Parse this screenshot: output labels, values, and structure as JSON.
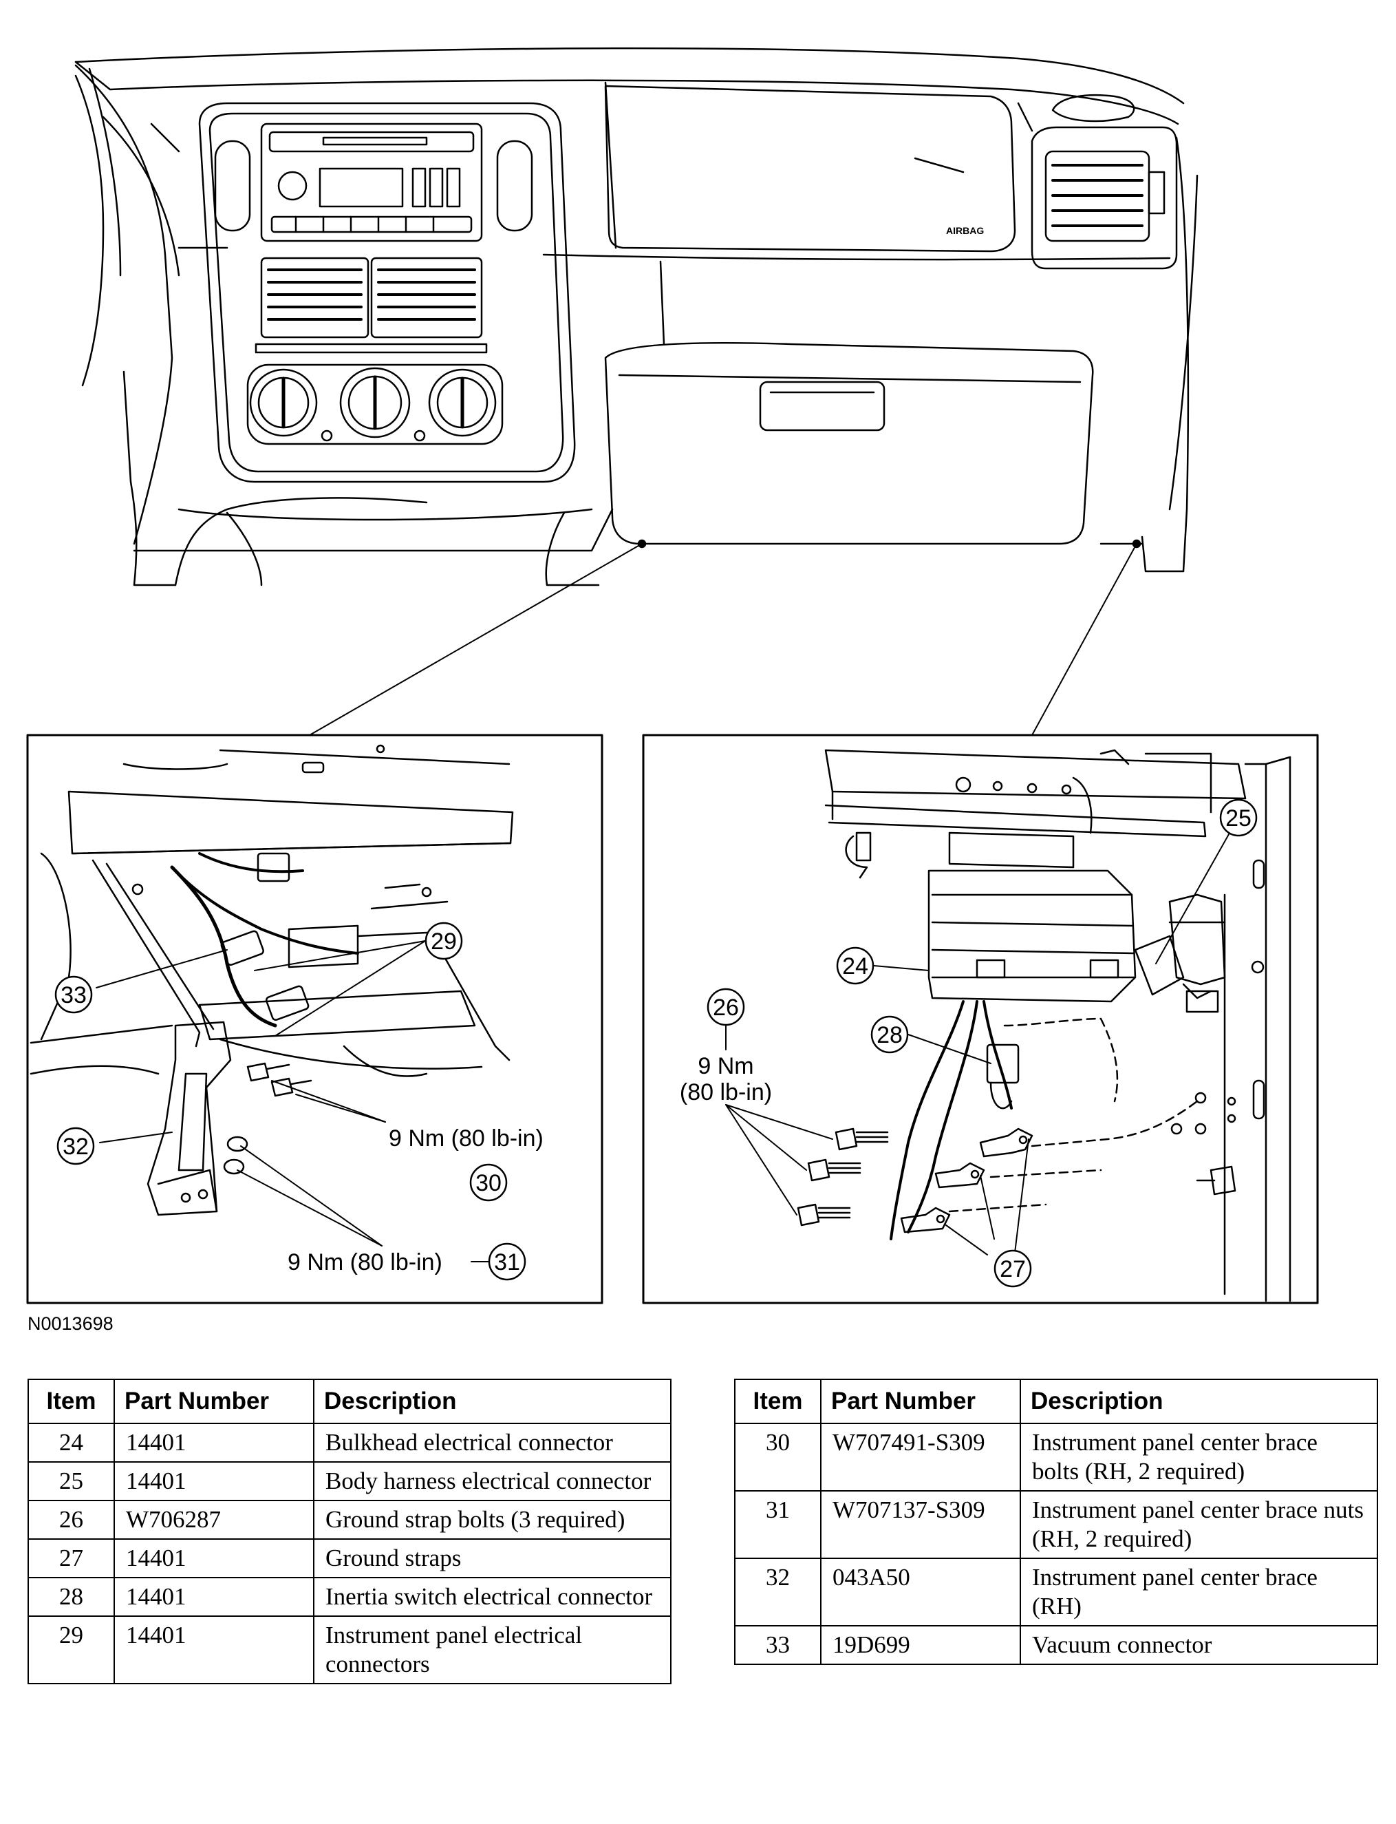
{
  "figure_id": "N0013698",
  "torque_labels": {
    "bolts_30": "9 Nm (80 lb-in)",
    "nuts_31": "9 Nm (80 lb-in)",
    "ground_26_line1": "9 Nm",
    "ground_26_line2": "(80 lb-in)"
  },
  "callouts": {
    "c24": "24",
    "c25": "25",
    "c26": "26",
    "c27": "27",
    "c28": "28",
    "c29": "29",
    "c30": "30",
    "c31": "31",
    "c32": "32",
    "c33": "33"
  },
  "airbag_text": "AIRBAG",
  "table_headers": {
    "item": "Item",
    "part_number": "Part Number",
    "description": "Description"
  },
  "left_table": [
    {
      "item": "24",
      "part": "14401",
      "desc": "Bulkhead electrical connector"
    },
    {
      "item": "25",
      "part": "14401",
      "desc": "Body harness electrical connector"
    },
    {
      "item": "26",
      "part": "W706287",
      "desc": "Ground strap bolts (3 required)"
    },
    {
      "item": "27",
      "part": "14401",
      "desc": "Ground straps"
    },
    {
      "item": "28",
      "part": "14401",
      "desc": "Inertia switch electrical connector"
    },
    {
      "item": "29",
      "part": "14401",
      "desc": "Instrument panel electrical connectors"
    }
  ],
  "right_table": [
    {
      "item": "30",
      "part": "W707491-S309",
      "desc": "Instrument panel center brace bolts (RH, 2 required)"
    },
    {
      "item": "31",
      "part": "W707137-S309",
      "desc": "Instrument panel center brace nuts (RH, 2 required)"
    },
    {
      "item": "32",
      "part": "043A50",
      "desc": "Instrument panel center brace (RH)"
    },
    {
      "item": "33",
      "part": "19D699",
      "desc": "Vacuum connector"
    }
  ]
}
